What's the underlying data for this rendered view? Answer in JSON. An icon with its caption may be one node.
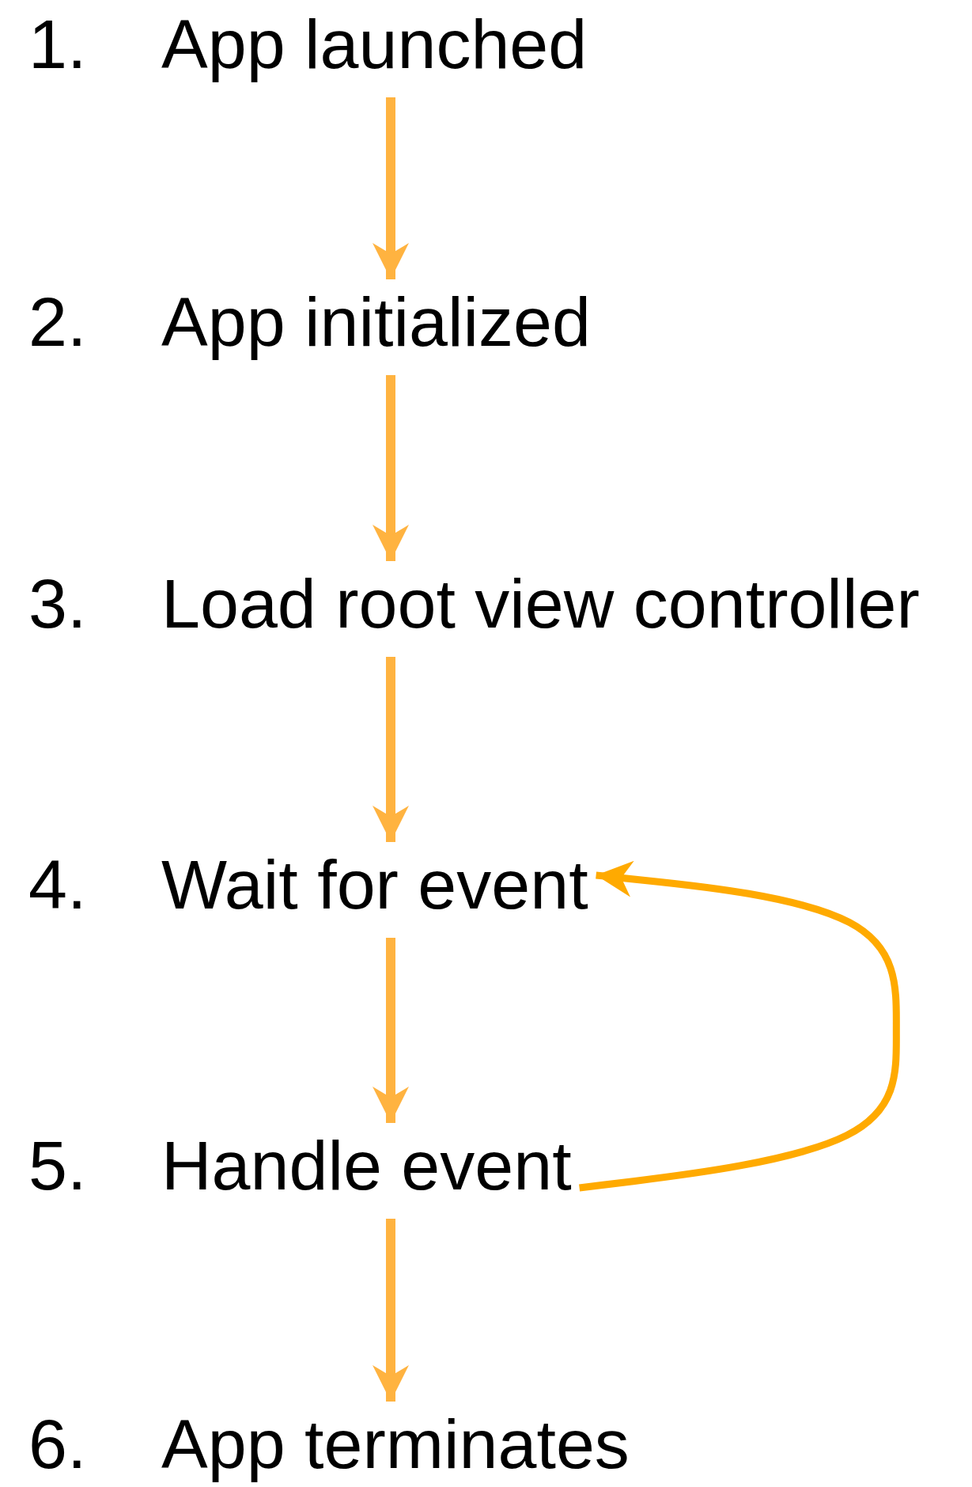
{
  "diagram": {
    "nodes": [
      {
        "text": [
          "1.",
          "App launched"
        ]
      },
      {
        "text": [
          "2.",
          "App initialized"
        ]
      },
      {
        "text": [
          "3.",
          "Load root view controller"
        ]
      },
      {
        "text": [
          "4.",
          "Wait for event"
        ]
      },
      {
        "text": [
          "5.",
          "Handle event"
        ]
      },
      {
        "text": [
          "6.",
          "App terminates"
        ]
      }
    ],
    "edges": [
      {
        "from": 0,
        "to": 1,
        "arrow": "to"
      },
      {
        "from": 1,
        "to": 2,
        "arrow": "to"
      },
      {
        "from": 2,
        "to": 3,
        "arrow": "to"
      },
      {
        "from": 3,
        "to": 4,
        "arrow": "to"
      },
      {
        "from": 4,
        "to": 5,
        "arrow": "to"
      },
      {
        "from": 4,
        "to": 3,
        "arrow": "to",
        "color": "#ffaa00"
      }
    ]
  }
}
